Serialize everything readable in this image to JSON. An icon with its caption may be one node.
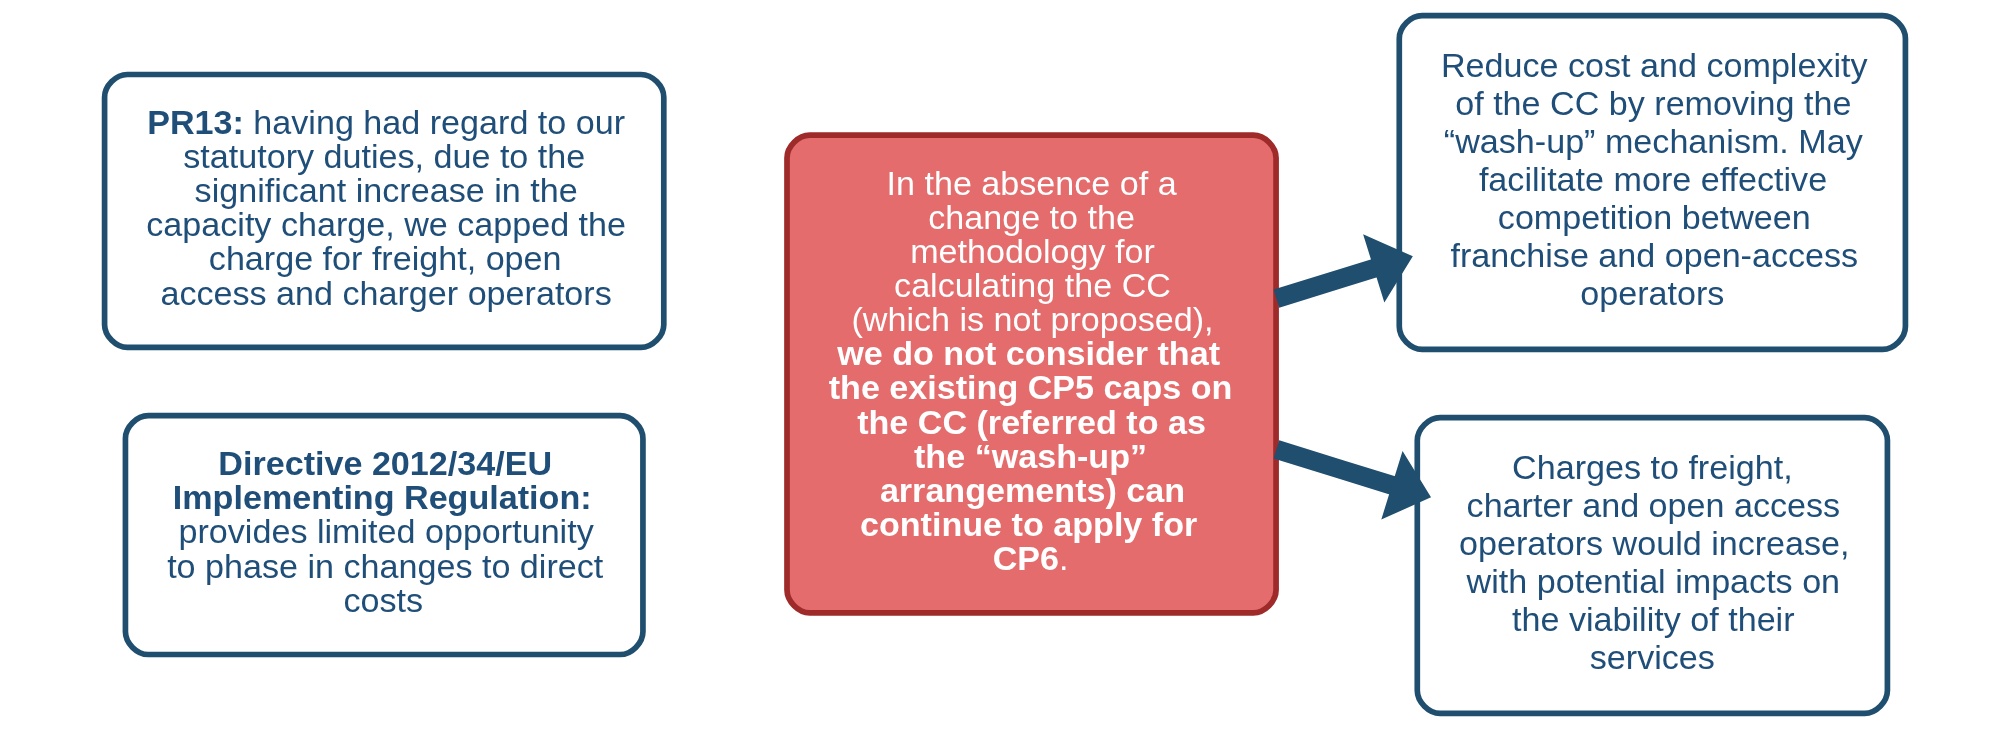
{
  "diagram": {
    "nodes": [
      {
        "text": [
          "**PR13:** having had regard to our statutory duties, due to the significant increase in the capacity charge, we capped the charge for freight, open access and charger operators"
        ]
      },
      {
        "text": [
          "Directive 2012/34/EU Implementing Regulation:",
          "provides limited opportunity to phase in changes to direct costs"
        ]
      },
      {
        "text": [
          "In the absence of a change to the methodology for calculating the CC (which is not proposed), **we do not consider that the existing CP5 caps on the CC (referred to as the “wash-up” arrangements) can continue to apply for CP6**."
        ]
      },
      {
        "text": [
          "Reduce cost and complexity of the CC by removing the “wash-up” mechanism. May facilitate more effective competition between franchise and open-access operators"
        ]
      },
      {
        "text": [
          "Charges to freight, charter and open access operators would increase, with potential impacts on the viability of their services"
        ]
      }
    ],
    "edges": [
      {
        "from": 2,
        "to": 3,
        "arrow": "to"
      },
      {
        "from": 2,
        "to": 4,
        "arrow": "to"
      }
    ]
  }
}
